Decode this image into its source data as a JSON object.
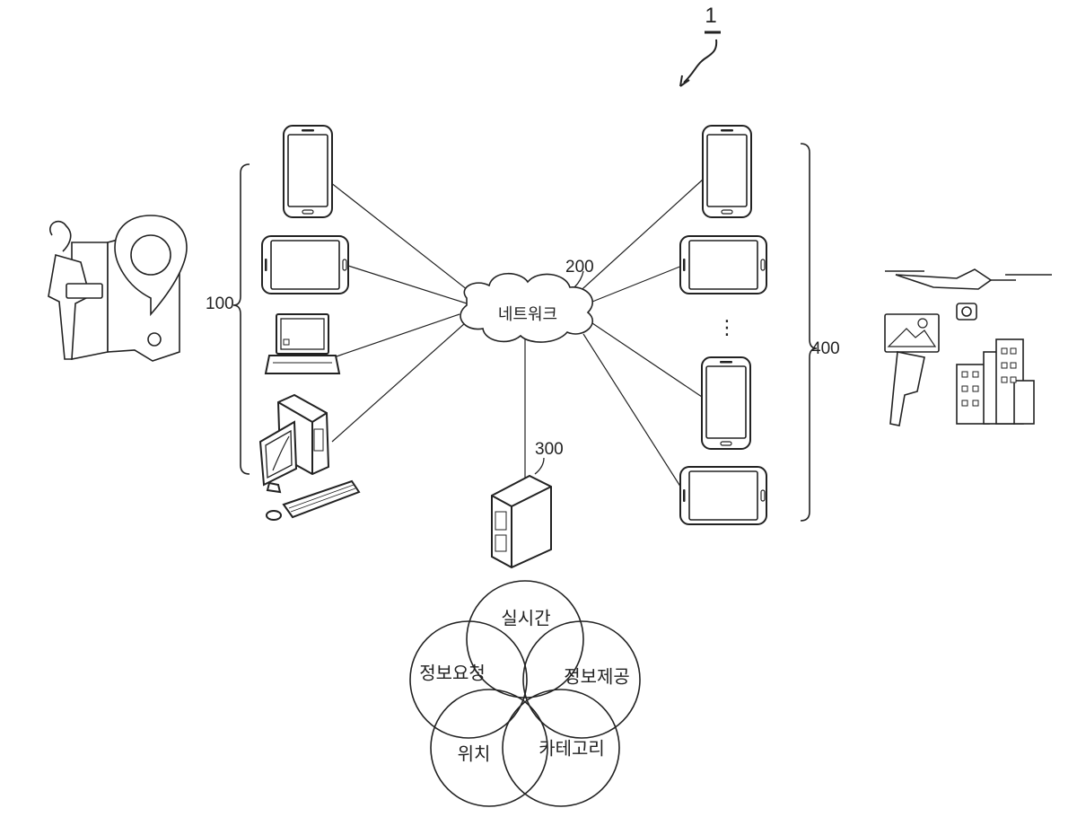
{
  "figure_number": "1",
  "labels": {
    "group_left": "100",
    "network": "200",
    "server": "300",
    "group_right": "400",
    "network_text": "네트워크",
    "ellipsis": "⋮"
  },
  "venn": {
    "circles": [
      "실시간",
      "정보제공",
      "카테고리",
      "위치",
      "정보요청"
    ]
  }
}
